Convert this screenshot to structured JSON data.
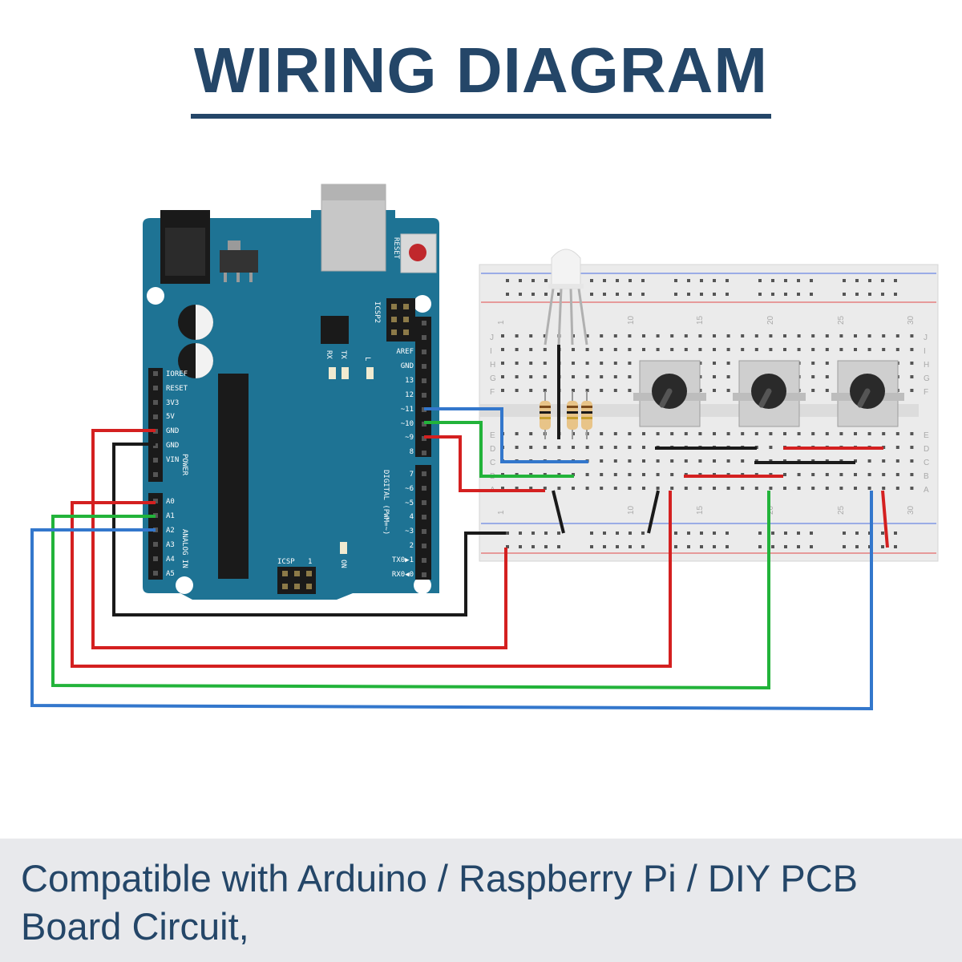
{
  "title": "WIRING DIAGRAM",
  "footer_text": "Compatible with Arduino / Raspberry Pi / DIY PCB Board Circuit,",
  "board": {
    "reset_label": "RESET",
    "icsp2_label": "ICSP2",
    "icsp_label": "ICSP",
    "icsp_pin1": "1",
    "tx_label": "TX",
    "rx_label": "RX",
    "l_label": "L",
    "on_label": "ON",
    "power_label": "POWER",
    "analog_label": "ANALOG IN",
    "digital_label": "DIGITAL (PWM=~)",
    "power_pins": [
      "IOREF",
      "RESET",
      "3V3",
      "5V",
      "GND",
      "GND",
      "VIN"
    ],
    "analog_pins": [
      "A0",
      "A1",
      "A2",
      "A3",
      "A4",
      "A5"
    ],
    "digital_top_pins": [
      "AREF",
      "GND",
      "13",
      "12",
      "~11",
      "~10",
      "~9",
      "8"
    ],
    "digital_bottom_pins": [
      "7",
      "~6",
      "~5",
      "4",
      "~3",
      "2",
      "TX0▶1",
      "RX0◀0"
    ]
  },
  "breadboard": {
    "column_numbers": [
      "1",
      "10",
      "15",
      "20",
      "25",
      "30"
    ],
    "row_letters_top": [
      "J",
      "I",
      "H",
      "G",
      "F"
    ],
    "row_letters_bottom": [
      "E",
      "D",
      "C",
      "B",
      "A"
    ]
  },
  "colors": {
    "title": "#244668",
    "board": "#1e7394",
    "wire_red": "#d42020",
    "wire_green": "#22b33a",
    "wire_blue": "#3377cc",
    "wire_black": "#1a1a1a",
    "breadboard": "#ebebeb",
    "footer_bg": "#e8e9ec"
  },
  "icons": [
    "arduino-board",
    "usb-connector",
    "dc-jack",
    "reset-button",
    "rgb-led",
    "resistor",
    "potentiometer",
    "breadboard"
  ]
}
